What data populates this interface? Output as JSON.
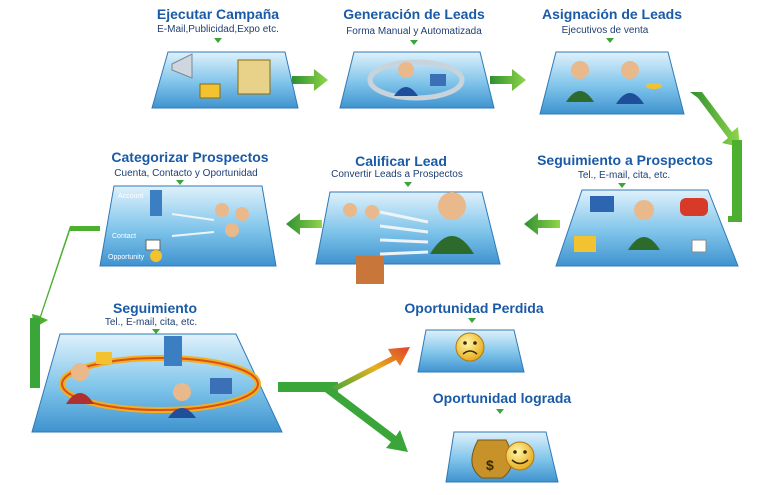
{
  "steps": {
    "ejecutar": {
      "title": "Ejecutar Campaña",
      "sub": "E-Mail,Publicidad,Expo etc."
    },
    "generacion": {
      "title": "Generación de Leads",
      "sub": "Forma Manual y Automatizada"
    },
    "asignacion": {
      "title": "Asignación de Leads",
      "sub": "Ejecutivos de venta"
    },
    "seguimiento_p": {
      "title": "Seguimiento a Prospectos",
      "sub": "Tel., E-mail, cita, etc."
    },
    "calificar": {
      "title": "Calificar Lead",
      "sub": "Convertir Leads a Prospectos"
    },
    "categorizar": {
      "title": "Categorizar Prospectos",
      "sub": "Cuenta, Contacto y Oportunidad"
    },
    "seguimiento": {
      "title": "Seguimiento",
      "sub": "Tel., E-mail, cita, etc."
    },
    "perdida": {
      "title": "Oportunidad Perdida"
    },
    "lograda": {
      "title": "Oportunidad lograda"
    }
  },
  "panel_labels": {
    "cuenta": "Account",
    "contacto": "Contact",
    "oportunidad": "Opportunity"
  },
  "colors": {
    "title": "#1a5aa6",
    "arrow": "#3aa63a",
    "panel": "#5aa9de",
    "lost_arrow": "#e0422a"
  }
}
